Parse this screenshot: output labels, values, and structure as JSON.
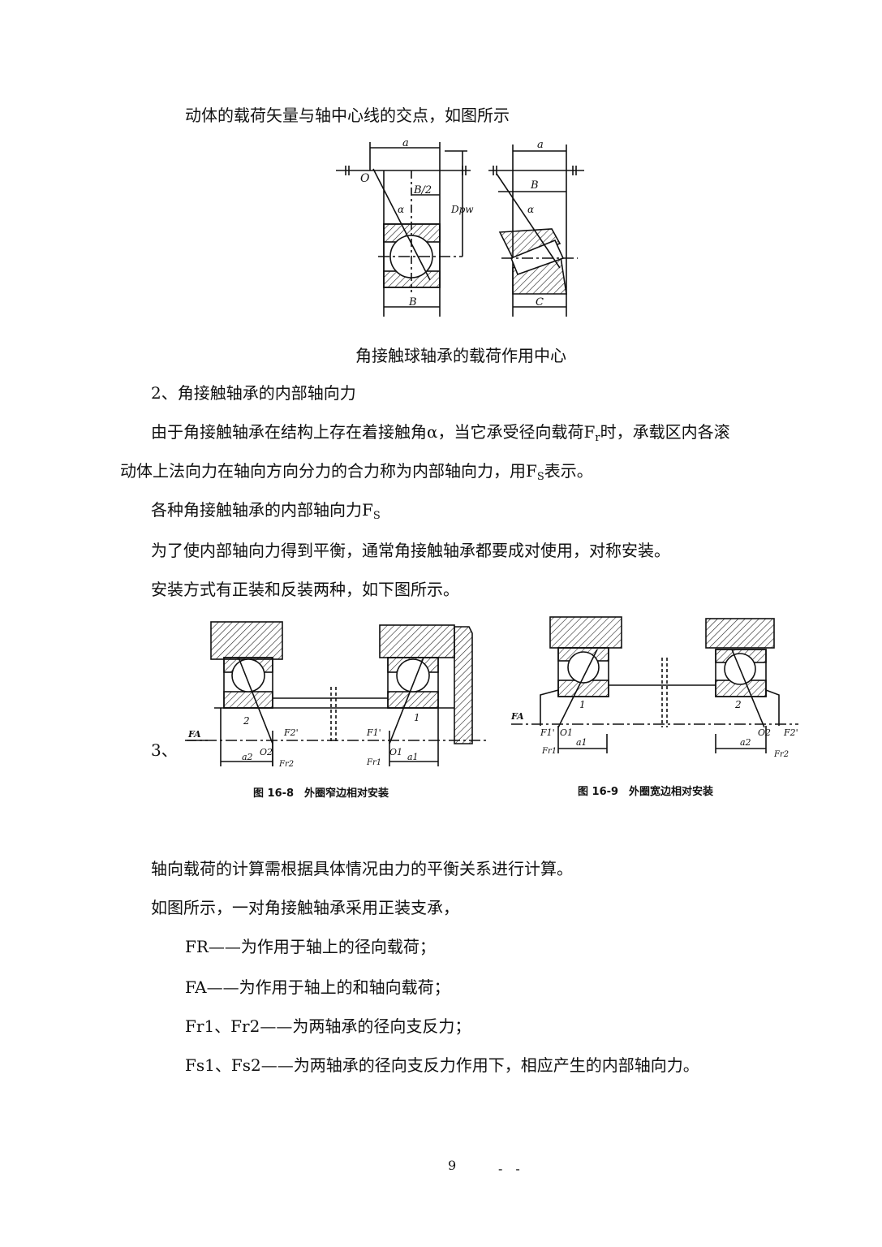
{
  "lines": {
    "l1": "动体的载荷矢量与轴中心线的交点，如图所示",
    "fig1_caption": "角接触球轴承的载荷作用中心",
    "h2": "2、角接触轴承的内部轴向力",
    "p1a_pre": "由于角接触轴承在结构上存在着接触角α，当它承受径向载荷F",
    "p1a_sub": "r",
    "p1a_post": "时，承载区内各滚",
    "p1b_pre": "动体上法向力在轴向方向分力的合力称为内部轴向力，用F",
    "p1b_sub": "S",
    "p1b_post": "表示。",
    "p2_pre": "各种角接触轴承的内部轴向力F",
    "p2_sub": "S",
    "p3": "为了使内部轴向力得到平衡，通常角接触轴承都要成对使用，对称安装。",
    "p4": "安装方式有正装和反装两种，如下图所示。",
    "h3_partial": "3、",
    "fig2_caption": "图 16-8　外圈窄边相对安装",
    "fig3_caption": "图 16-9　外圈宽边相对安装",
    "p5": "轴向载荷的计算需根据具体情况由力的平衡关系进行计算。",
    "p6": "如图所示，一对角接触轴承采用正装支承，",
    "d1": "FR——为作用于轴上的径向载荷；",
    "d2": "FA——为作用于轴上的和轴向载荷；",
    "d3": "Fr1、Fr2——为两轴承的径向支反力；",
    "d4": "Fs1、Fs2——为两轴承的径向支反力作用下，相应产生的内部轴向力。"
  },
  "fig1_labels": {
    "a_left": "a",
    "O": "O",
    "B_half": "B/2",
    "alpha_left": "α",
    "Dpw": "Dpw",
    "B_bottom": "B",
    "a_right": "a",
    "B_right": "B",
    "alpha_right": "α",
    "C": "C"
  },
  "fig2_labels": {
    "FA": "FA",
    "two": "2",
    "one": "1",
    "F2p": "F2'",
    "F1p": "F1'",
    "O2": "O2",
    "O1": "O1",
    "a2": "a2",
    "a1": "a1",
    "Fr2": "Fr2",
    "Fr1": "Fr1"
  },
  "fig3_labels": {
    "FA": "FA",
    "one": "1",
    "two": "2",
    "F1p": "F1'",
    "O1": "O1",
    "O2": "O2",
    "F2p": "F2'",
    "a1": "a1",
    "a2": "a2",
    "Fr1": "Fr1",
    "Fr2": "Fr2"
  },
  "footer": {
    "page": "9",
    "dashes": "-　-"
  }
}
